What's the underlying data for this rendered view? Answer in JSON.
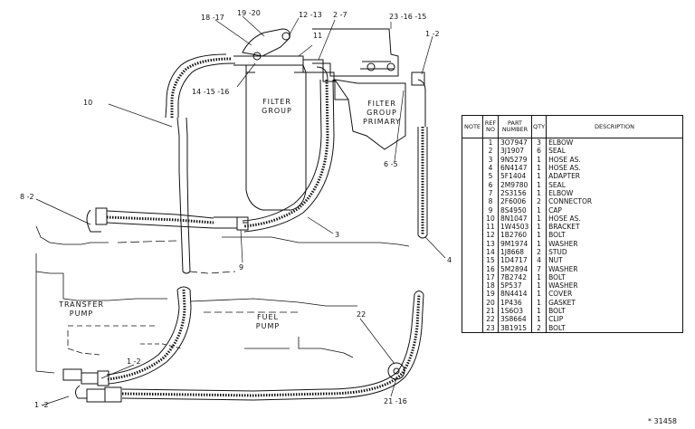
{
  "callouts": {
    "c18_17": "18 -17",
    "c19_20": "19 -20",
    "c12_13": "12 -13",
    "c2_7": "2 -7",
    "c23_16_15": "23 -16 -15",
    "c1_2_top": "1 -2",
    "c11": "11",
    "c14_15_16": "14 -15 -16",
    "c10": "10",
    "c6_5": "6 -5",
    "c8_2": "8 -2",
    "c3": "3",
    "c9": "9",
    "c4": "4",
    "c22": "22",
    "c1_2_mid": "1 -2",
    "c1_2_bottom": "1 -2",
    "c21_16": "21 -16"
  },
  "components": {
    "filter_group": "FILTER\nGROUP",
    "filter_group_primary": "FILTER\nGROUP\nPRIMARY",
    "transfer_pump": "TRANSFER\nPUMP",
    "fuel_pump": "FUEL\nPUMP"
  },
  "table": {
    "headers": {
      "note": "NOTE",
      "ref": "REF\nNO",
      "part": "PART\nNUMBER",
      "qty": "QTY",
      "desc": "DESCRIPTION"
    },
    "rows": [
      {
        "note": "",
        "ref": "1",
        "part": "3O7947",
        "qty": "3",
        "desc": "ELBOW"
      },
      {
        "note": "",
        "ref": "2",
        "part": "3J1907",
        "qty": "6",
        "desc": "SEAL"
      },
      {
        "note": "",
        "ref": "3",
        "part": "9N5279",
        "qty": "1",
        "desc": "HOSE AS."
      },
      {
        "note": "",
        "ref": "4",
        "part": "6N4147",
        "qty": "1",
        "desc": "HOSE AS."
      },
      {
        "note": "",
        "ref": "5",
        "part": "5F1404",
        "qty": "1",
        "desc": "ADAPTER"
      },
      {
        "note": "",
        "ref": "6",
        "part": "2M9780",
        "qty": "1",
        "desc": "SEAL"
      },
      {
        "note": "",
        "ref": "7",
        "part": "2S3156",
        "qty": "1",
        "desc": "ELBOW"
      },
      {
        "note": "",
        "ref": "8",
        "part": "2F6006",
        "qty": "2",
        "desc": "CONNECTOR"
      },
      {
        "note": "",
        "ref": "9",
        "part": "8S4950",
        "qty": "1",
        "desc": "CAP"
      },
      {
        "note": "",
        "ref": "10",
        "part": "8N1047",
        "qty": "1",
        "desc": "HOSE AS."
      },
      {
        "note": "",
        "ref": "11",
        "part": "1W4503",
        "qty": "1",
        "desc": "BRACKET"
      },
      {
        "note": "",
        "ref": "12",
        "part": "1B2760",
        "qty": "1",
        "desc": "BOLT"
      },
      {
        "note": "",
        "ref": "13",
        "part": "9M1974",
        "qty": "1",
        "desc": "WASHER"
      },
      {
        "note": "",
        "ref": "14",
        "part": "1J8668",
        "qty": "2",
        "desc": "STUD"
      },
      {
        "note": "",
        "ref": "15",
        "part": "1D4717",
        "qty": "4",
        "desc": "NUT"
      },
      {
        "note": "",
        "ref": "16",
        "part": "5M2894",
        "qty": "7",
        "desc": "WASHER"
      },
      {
        "note": "",
        "ref": "17",
        "part": "7B2742",
        "qty": "1",
        "desc": "BOLT"
      },
      {
        "note": "",
        "ref": "18",
        "part": "5P537",
        "qty": "1",
        "desc": "WASHER"
      },
      {
        "note": "",
        "ref": "19",
        "part": "8N4414",
        "qty": "1",
        "desc": "COVER"
      },
      {
        "note": "",
        "ref": "20",
        "part": "1P436",
        "qty": "1",
        "desc": "GASKET"
      },
      {
        "note": "",
        "ref": "21",
        "part": "1S6O3",
        "qty": "1",
        "desc": "BOLT"
      },
      {
        "note": "",
        "ref": "22",
        "part": "3S8664",
        "qty": "1",
        "desc": "CLIP"
      },
      {
        "note": "",
        "ref": "23",
        "part": "3B1915",
        "qty": "2",
        "desc": "BOLT"
      }
    ]
  },
  "drawing_number": "* 31458"
}
